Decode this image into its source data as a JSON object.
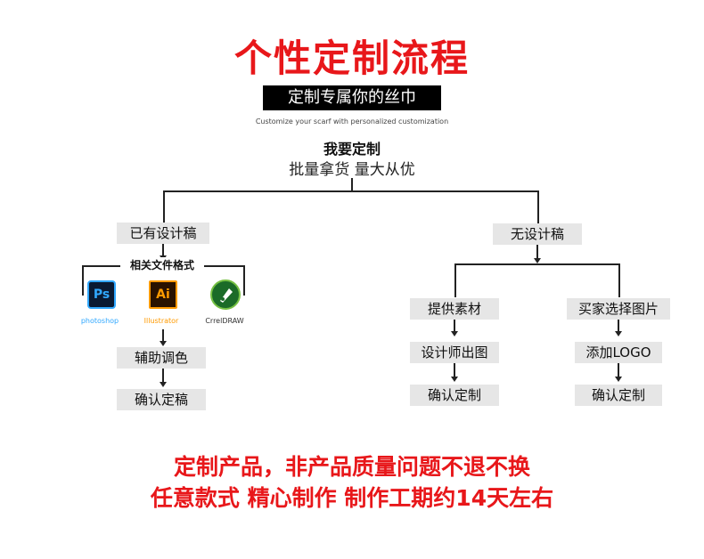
{
  "title": "个性定制流程",
  "banner": "定制专属你的丝巾",
  "subtitle": "Customize your scarf with personalized customization",
  "intro": {
    "heading": "我要定制",
    "tagline": "批量拿货 量大从优"
  },
  "left_branch": {
    "start": "已有设计稿",
    "formats_label": "相关文件格式",
    "formats": [
      {
        "name": "photoshop",
        "icon": "ps-icon",
        "glyph": "Ps",
        "color": "#31a8ff"
      },
      {
        "name": "Illustrator",
        "icon": "ai-icon",
        "glyph": "Ai",
        "color": "#ff9a00"
      },
      {
        "name": "CrrelDRAW",
        "icon": "coreldraw-icon",
        "glyph": "",
        "color": "#76c043"
      }
    ],
    "step2": "辅助调色",
    "step3": "确认定稿"
  },
  "right_branch": {
    "start": "无设计稿",
    "option_a": {
      "step1": "提供素材",
      "step2": "设计师出图",
      "step3": "确认定制"
    },
    "option_b": {
      "step1": "买家选择图片",
      "step2": "添加LOGO",
      "step3": "确认定制"
    }
  },
  "footer": {
    "line1": "定制产品，非产品质量问题不退不换",
    "line2": "任意款式 精心制作 制作工期约14天左右"
  },
  "colors": {
    "accent": "#e8171a",
    "box_bg": "#e6e6e6",
    "banner_bg": "#000000"
  }
}
